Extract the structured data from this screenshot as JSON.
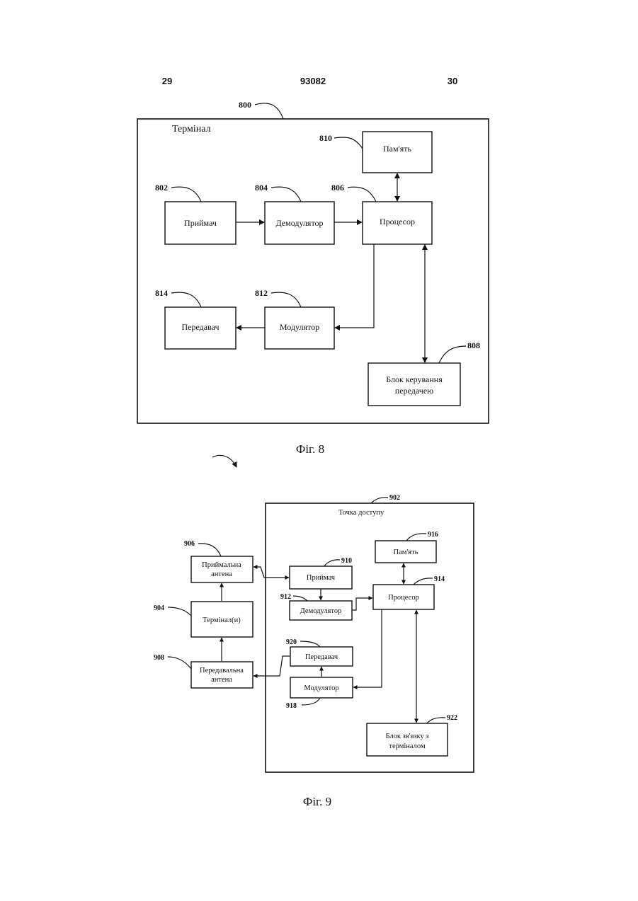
{
  "header": {
    "left": "29",
    "center": "93082",
    "right": "30"
  },
  "fig8": {
    "ref_frame": "800",
    "title": "Термінал",
    "memory": {
      "ref": "810",
      "label": "Пам'ять"
    },
    "receiver": {
      "ref": "802",
      "label": "Приймач"
    },
    "demodulator": {
      "ref": "804",
      "label": "Демодулятор"
    },
    "processor": {
      "ref": "806",
      "label": "Процесор"
    },
    "transmitter": {
      "ref": "814",
      "label": "Передавач"
    },
    "modulator": {
      "ref": "812",
      "label": "Модулятор"
    },
    "control": {
      "ref": "808",
      "line1": "Блок керування",
      "line2": "передачею"
    },
    "caption": "Фіг. 8"
  },
  "fig9": {
    "ref_frame": "902",
    "title": "Точка доступу",
    "rx_antenna": {
      "ref": "906",
      "line1": "Приймальна",
      "line2": "антена"
    },
    "terminals": {
      "ref": "904",
      "label": "Термінал(и)"
    },
    "tx_antenna": {
      "ref": "908",
      "line1": "Передавальна",
      "line2": "антена"
    },
    "receiver": {
      "ref": "910",
      "label": "Приймач"
    },
    "demodulator": {
      "ref": "912",
      "label": "Демодулятор"
    },
    "memory": {
      "ref": "916",
      "label": "Пам'ять"
    },
    "processor": {
      "ref": "914",
      "label": "Процесор"
    },
    "transmitter": {
      "ref": "920",
      "label": "Передавач"
    },
    "modulator": {
      "ref": "918",
      "label": "Модулятор"
    },
    "link": {
      "ref": "922",
      "line1": "Блок зв'язку з",
      "line2": "терміналом"
    },
    "caption": "Фіг. 9"
  }
}
